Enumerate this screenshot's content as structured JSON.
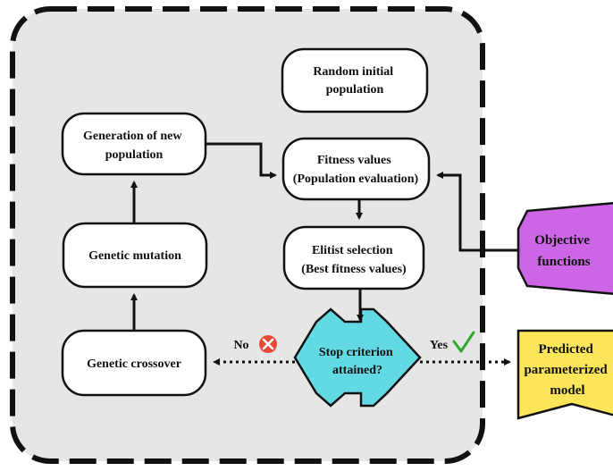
{
  "nodes": {
    "random_initial": [
      "Random initial",
      "population"
    ],
    "fitness": [
      "Fitness values",
      "(Population evaluation)"
    ],
    "elitist": [
      "Elitist selection",
      "(Best fitness values)"
    ],
    "stop": [
      "Stop criterion",
      "attained?"
    ],
    "generation": [
      "Generation of new",
      "population"
    ],
    "mutation": [
      "Genetic mutation"
    ],
    "crossover": [
      "Genetic crossover"
    ],
    "objective": [
      "Objective",
      "functions"
    ],
    "predicted": [
      "Predicted",
      "parameterized",
      "model"
    ]
  },
  "edges": {
    "no_label": "No",
    "yes_label": "Yes"
  },
  "icons": {
    "no": "x-circle-icon",
    "yes": "checkmark-icon"
  },
  "colors": {
    "panel_fill": "#e6e6e6",
    "stop_fill": "#62d9e3",
    "objective_fill": "#cc66e6",
    "predicted_fill": "#fde55a",
    "no_icon": "#e84a3a",
    "yes_icon": "#2fa82f"
  }
}
